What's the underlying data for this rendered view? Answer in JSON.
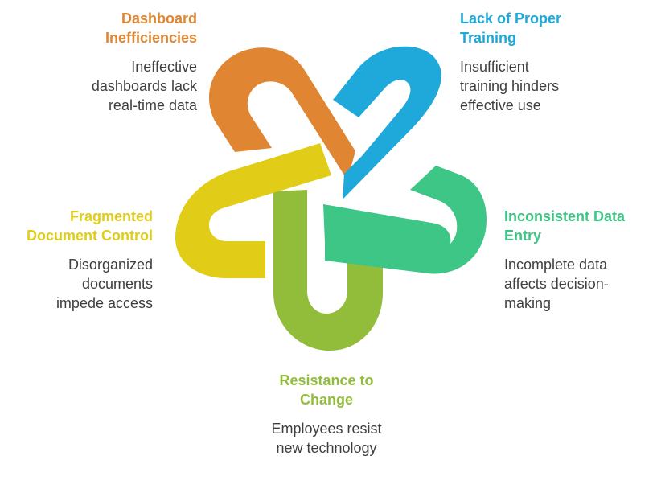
{
  "colors": {
    "orange": "#E08532",
    "blue": "#1EA9DA",
    "green": "#3DC685",
    "yellow": "#E1CC17",
    "lime": "#92BD3A"
  },
  "items": [
    {
      "key": "dashboard",
      "title": "Dashboard\nInefficiencies",
      "description": "Ineffective\ndashboards lack\nreal-time data",
      "color": "#E08532"
    },
    {
      "key": "training",
      "title": "Lack of Proper\nTraining",
      "description": "Insufficient\ntraining hinders\neffective use",
      "color": "#1EA9DA"
    },
    {
      "key": "data_entry",
      "title": "Inconsistent Data\nEntry",
      "description": "Incomplete data\naffects decision-\nmaking",
      "color": "#3DC685"
    },
    {
      "key": "document",
      "title": "Fragmented\nDocument Control",
      "description": "Disorganized\ndocuments\nimpede access",
      "color": "#E1CC17"
    },
    {
      "key": "resistance",
      "title": "Resistance to\nChange",
      "description": "Employees resist\nnew technology",
      "color": "#92BD3A"
    }
  ]
}
